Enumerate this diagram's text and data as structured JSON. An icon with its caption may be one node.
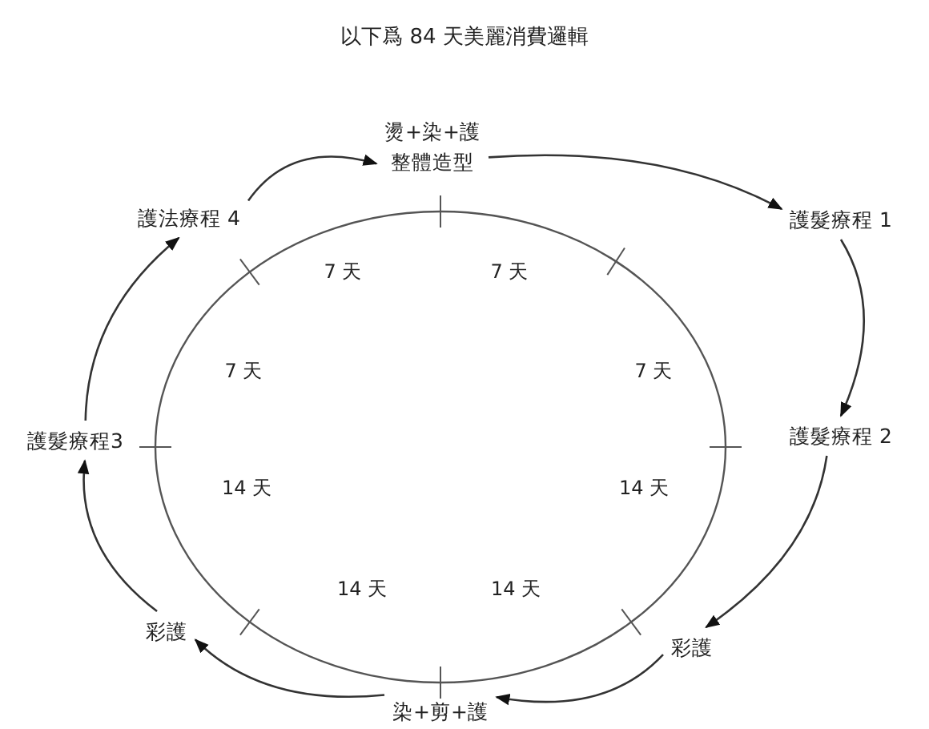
{
  "diagram": {
    "title": "以下爲 84 天美麗消費邏輯",
    "nodes": [
      {
        "text": [
          "燙+染+護",
          "整體造型"
        ]
      },
      {
        "text": [
          "護髮療程 1"
        ]
      },
      {
        "text": [
          "護髮療程 2"
        ]
      },
      {
        "text": [
          "彩護"
        ]
      },
      {
        "text": [
          "染+剪+護"
        ]
      },
      {
        "text": [
          "彩護"
        ]
      },
      {
        "text": [
          "護髮療程3"
        ]
      },
      {
        "text": [
          "護法療程 4"
        ]
      }
    ],
    "edges": [
      {
        "from": 0,
        "to": 1,
        "arrow": "to"
      },
      {
        "from": 1,
        "to": 2,
        "arrow": "to"
      },
      {
        "from": 2,
        "to": 3,
        "arrow": "to"
      },
      {
        "from": 3,
        "to": 4,
        "arrow": "to"
      },
      {
        "from": 4,
        "to": 5,
        "arrow": "to"
      },
      {
        "from": 5,
        "to": 6,
        "arrow": "to"
      },
      {
        "from": 6,
        "to": 7,
        "arrow": "to"
      },
      {
        "from": 7,
        "to": 0,
        "arrow": "to"
      }
    ],
    "labels": [
      "7 天",
      "7 天",
      "7 天",
      "7 天",
      "14 天",
      "14 天",
      "14 天",
      "14 天"
    ]
  }
}
